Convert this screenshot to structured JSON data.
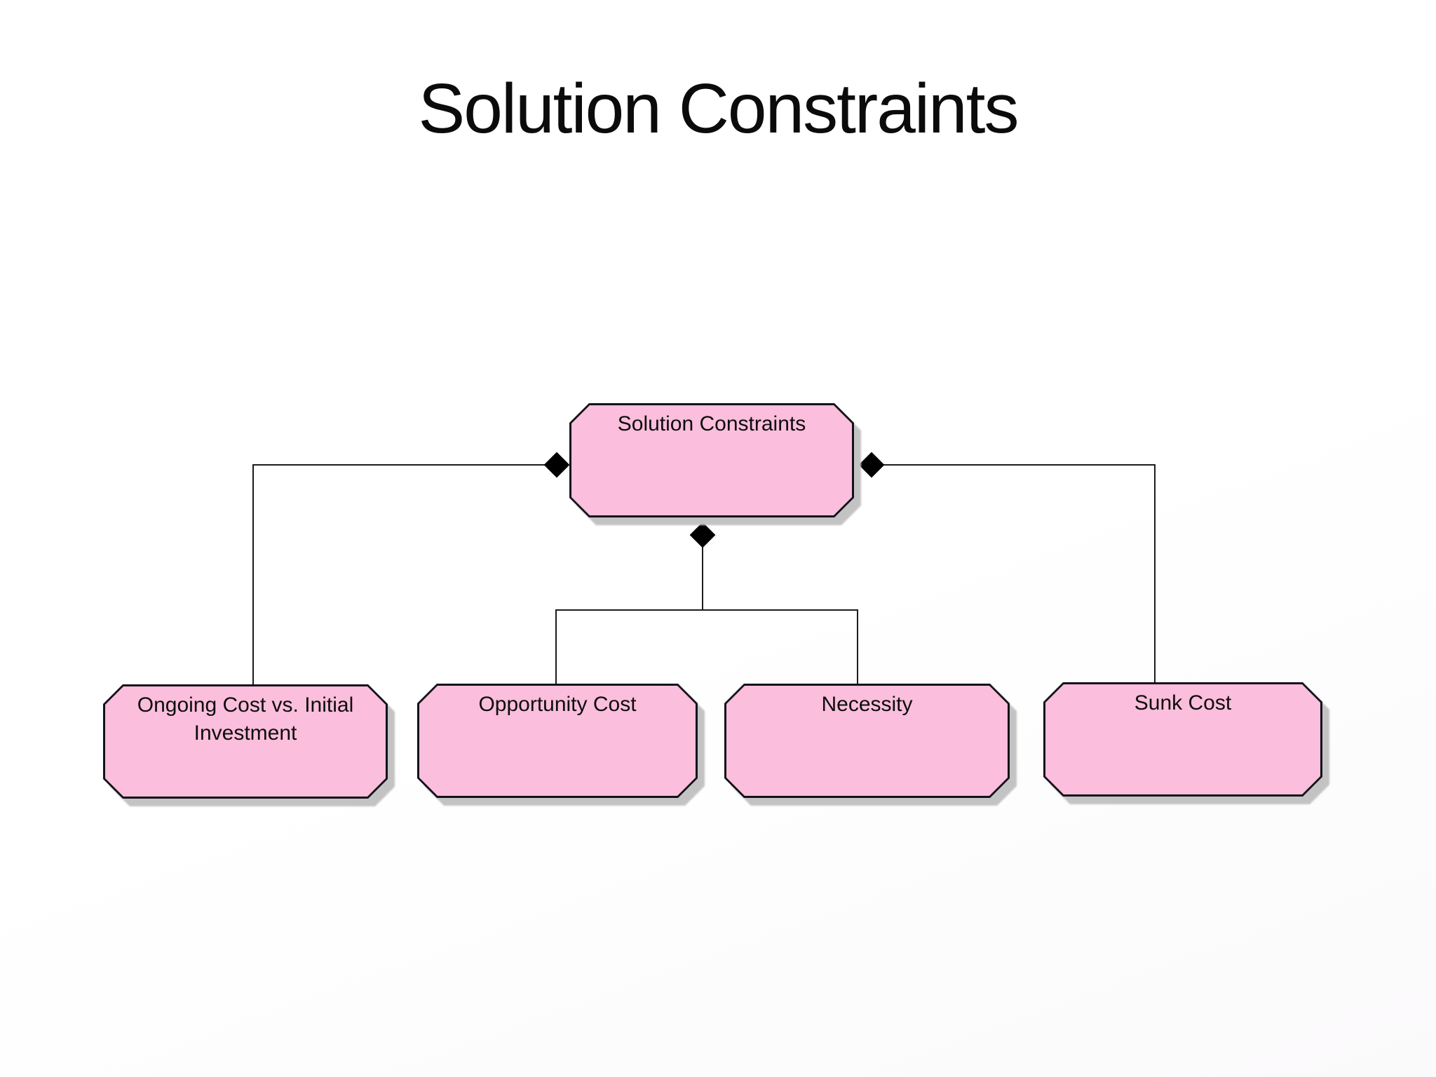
{
  "slide": {
    "title": "Solution Constraints"
  },
  "diagram": {
    "type": "hierarchy",
    "connector_style": "orthogonal lines with filled composition diamonds",
    "root": {
      "id": "solution-constraints",
      "label": "Solution Constraints"
    },
    "children": [
      {
        "id": "ongoing-cost-vs-initial-investment",
        "label": "Ongoing Cost vs. Initial Investment"
      },
      {
        "id": "opportunity-cost",
        "label": "Opportunity Cost"
      },
      {
        "id": "necessity",
        "label": "Necessity"
      },
      {
        "id": "sunk-cost",
        "label": "Sunk Cost"
      }
    ],
    "colors": {
      "node_fill": "#fbbedc",
      "node_border": "#121219",
      "node_shadow": "#c3c3c3",
      "connector_line": "#1c1c1c",
      "diamond": "#000000",
      "title_text": "#0b0b0b",
      "node_text": "#0d0d0d",
      "background": "#ffffff"
    }
  }
}
